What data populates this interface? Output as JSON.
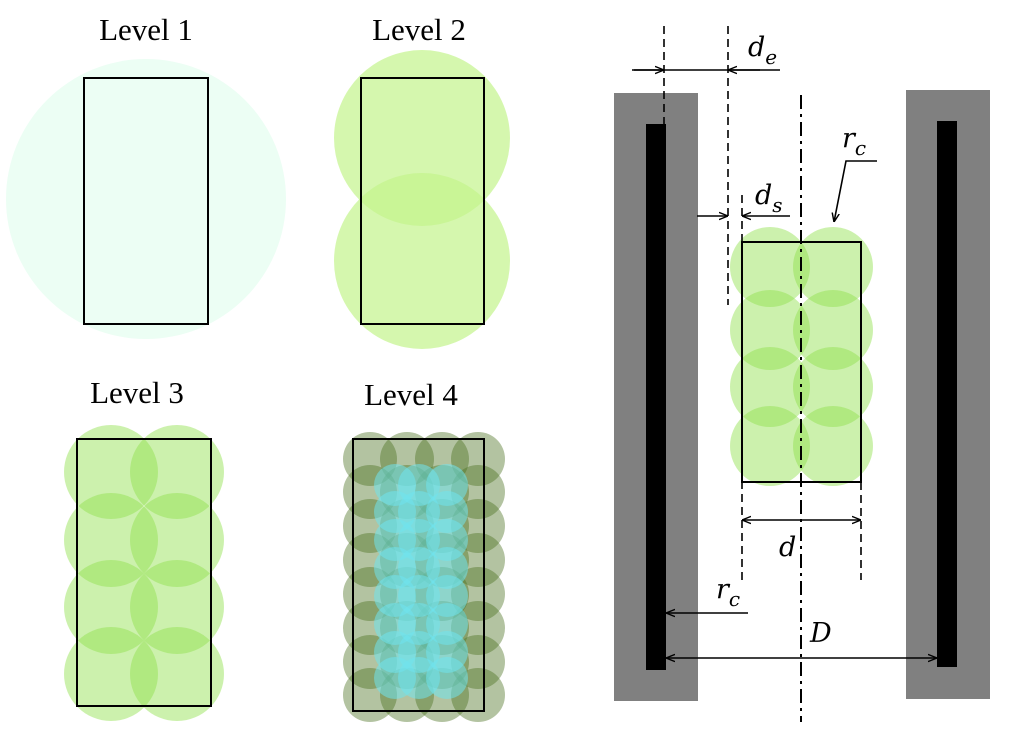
{
  "levels": [
    {
      "title": "Level 1"
    },
    {
      "title": "Level 2"
    },
    {
      "title": "Level 3"
    },
    {
      "title": "Level 4"
    }
  ],
  "dimensions": {
    "de": {
      "sym": "d",
      "sub": "e"
    },
    "ds": {
      "sym": "d",
      "sub": "s"
    },
    "rc_top": {
      "sym": "r",
      "sub": "c"
    },
    "d": {
      "sym": "d"
    },
    "rc_bottom": {
      "sym": "r",
      "sub": "c"
    },
    "D": {
      "sym": "D"
    }
  },
  "colors": {
    "level1_fill": "#ecfef4",
    "sphere_green": "#8ee04a",
    "sphere_dark": "#4a6f1e",
    "sphere_cyan": "#6fe4ee",
    "wall_gray": "#808080",
    "electrode": "#000000",
    "outline": "#000000"
  },
  "icons": {
    "level1": "single-circle-icon",
    "level2": "two-circles-icon",
    "level3": "circle-grid-icon",
    "level4": "dense-circle-grid-icon",
    "apparatus": "electrode-pair-icon"
  }
}
